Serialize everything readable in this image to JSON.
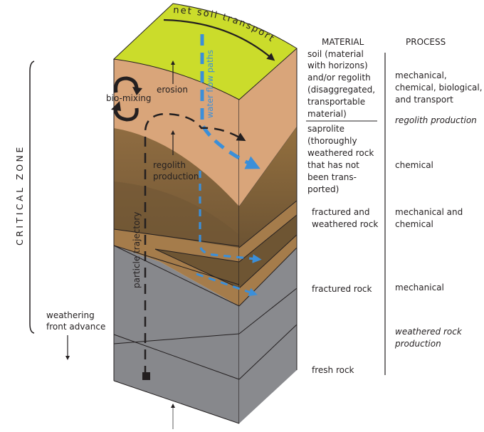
{
  "diagram": {
    "top_arrow_label": "net soil transport",
    "critical_zone_label": "CRITICAL ZONE",
    "weathering_front_label": [
      "weathering",
      "front advance"
    ],
    "inner_labels": {
      "bio_mixing": "bio-mixing",
      "erosion": "erosion",
      "regolith_production": [
        "regolith",
        "production"
      ],
      "water_flow_paths": "water flow paths",
      "particle_trajectory": "particle trajectory"
    },
    "columns": {
      "material_header": "MATERIAL",
      "process_header": "PROCESS"
    },
    "material": [
      [
        "soil (material",
        "with horizons)",
        "and/or regolith",
        "(disaggregated,",
        "transportable",
        "material)"
      ],
      [
        "saprolite",
        "(thoroughly",
        "weathered rock",
        "that has not",
        "been trans-",
        "ported)"
      ],
      [
        "fractured and",
        "weathered rock"
      ],
      [
        "fractured rock"
      ],
      [
        "fresh rock"
      ]
    ],
    "process": [
      {
        "lines": [
          "mechanical,",
          "chemical, biological,",
          "and  transport"
        ],
        "italic": false
      },
      {
        "lines": [
          "regolith production"
        ],
        "italic": true
      },
      {
        "lines": [
          "chemical"
        ],
        "italic": false
      },
      {
        "lines": [
          "mechanical and",
          "chemical"
        ],
        "italic": false
      },
      {
        "lines": [
          "mechanical"
        ],
        "italic": false
      },
      {
        "lines": [
          "weathered rock",
          "production"
        ],
        "italic": true
      }
    ],
    "colors": {
      "surface": "#cbdc2b",
      "soil": "#d9a57a",
      "saprolite": "#8e6a3f",
      "saprolite_dark": "#6e5533",
      "weathered": "#a57c4b",
      "rock": "#87888c",
      "rock_side": "#898a8e",
      "water": "#3b8fd9",
      "ink": "#231f20"
    }
  }
}
